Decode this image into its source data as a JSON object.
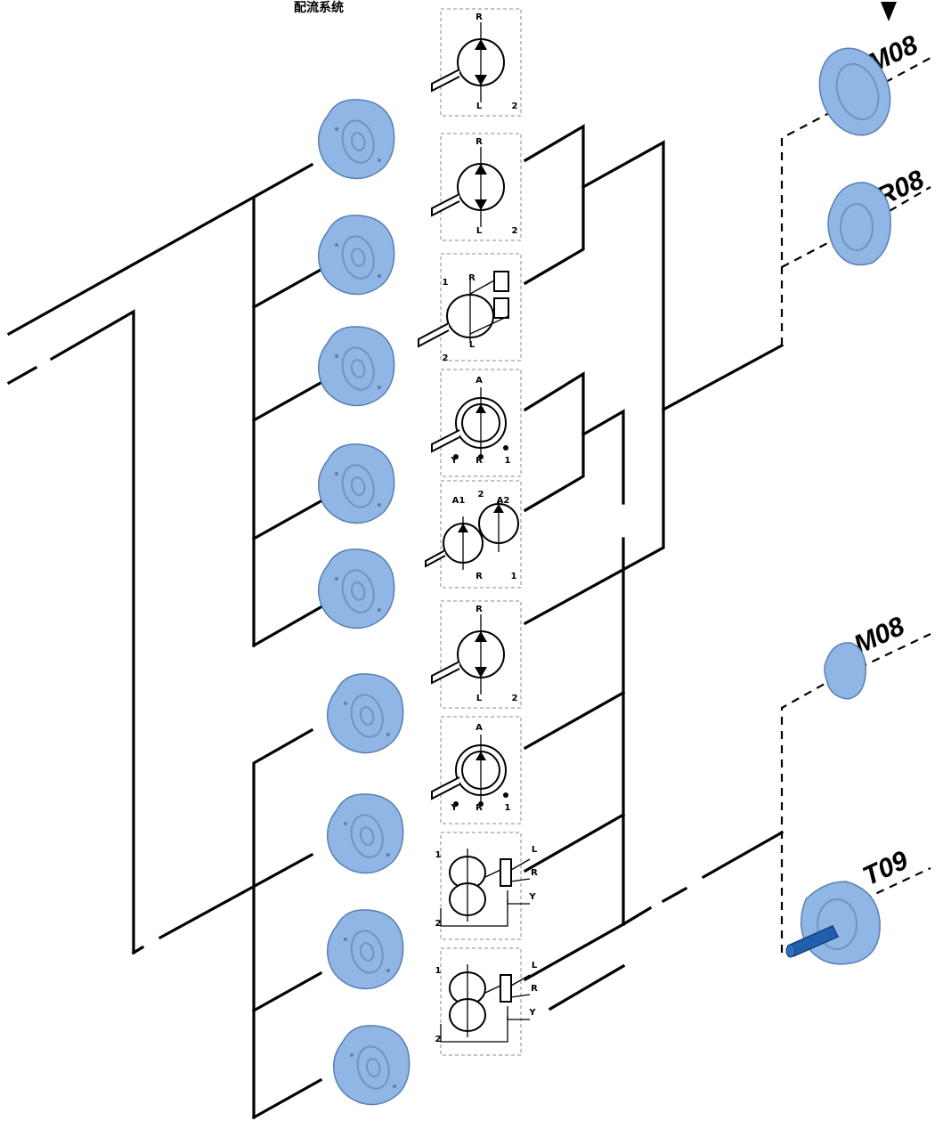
{
  "title": "配流系统",
  "groups": [
    {
      "code": "M08"
    },
    {
      "code": "R08"
    },
    {
      "code": "M08"
    },
    {
      "code": "T09"
    }
  ],
  "symbols": [
    {
      "labels": [
        "R",
        "L",
        "2"
      ]
    },
    {
      "labels": [
        "R",
        "L",
        "2"
      ]
    },
    {
      "labels": [
        "1",
        "R",
        "L",
        "2"
      ]
    },
    {
      "labels": [
        "A",
        "Y",
        "R",
        "1"
      ]
    },
    {
      "labels": [
        "A1",
        "2",
        "A2",
        "R",
        "1"
      ]
    },
    {
      "labels": [
        "R",
        "L",
        "2"
      ]
    },
    {
      "labels": [
        "A",
        "Y",
        "R",
        "1"
      ]
    },
    {
      "labels": [
        "1",
        "L",
        "R",
        "Y",
        "2"
      ]
    },
    {
      "labels": [
        "1",
        "L",
        "R",
        "Y",
        "2"
      ]
    }
  ],
  "colors": {
    "part_fill": "#8fb6e4",
    "part_stroke": "#5a7fb3",
    "shaft": "#1f5fae",
    "line": "#000000"
  }
}
